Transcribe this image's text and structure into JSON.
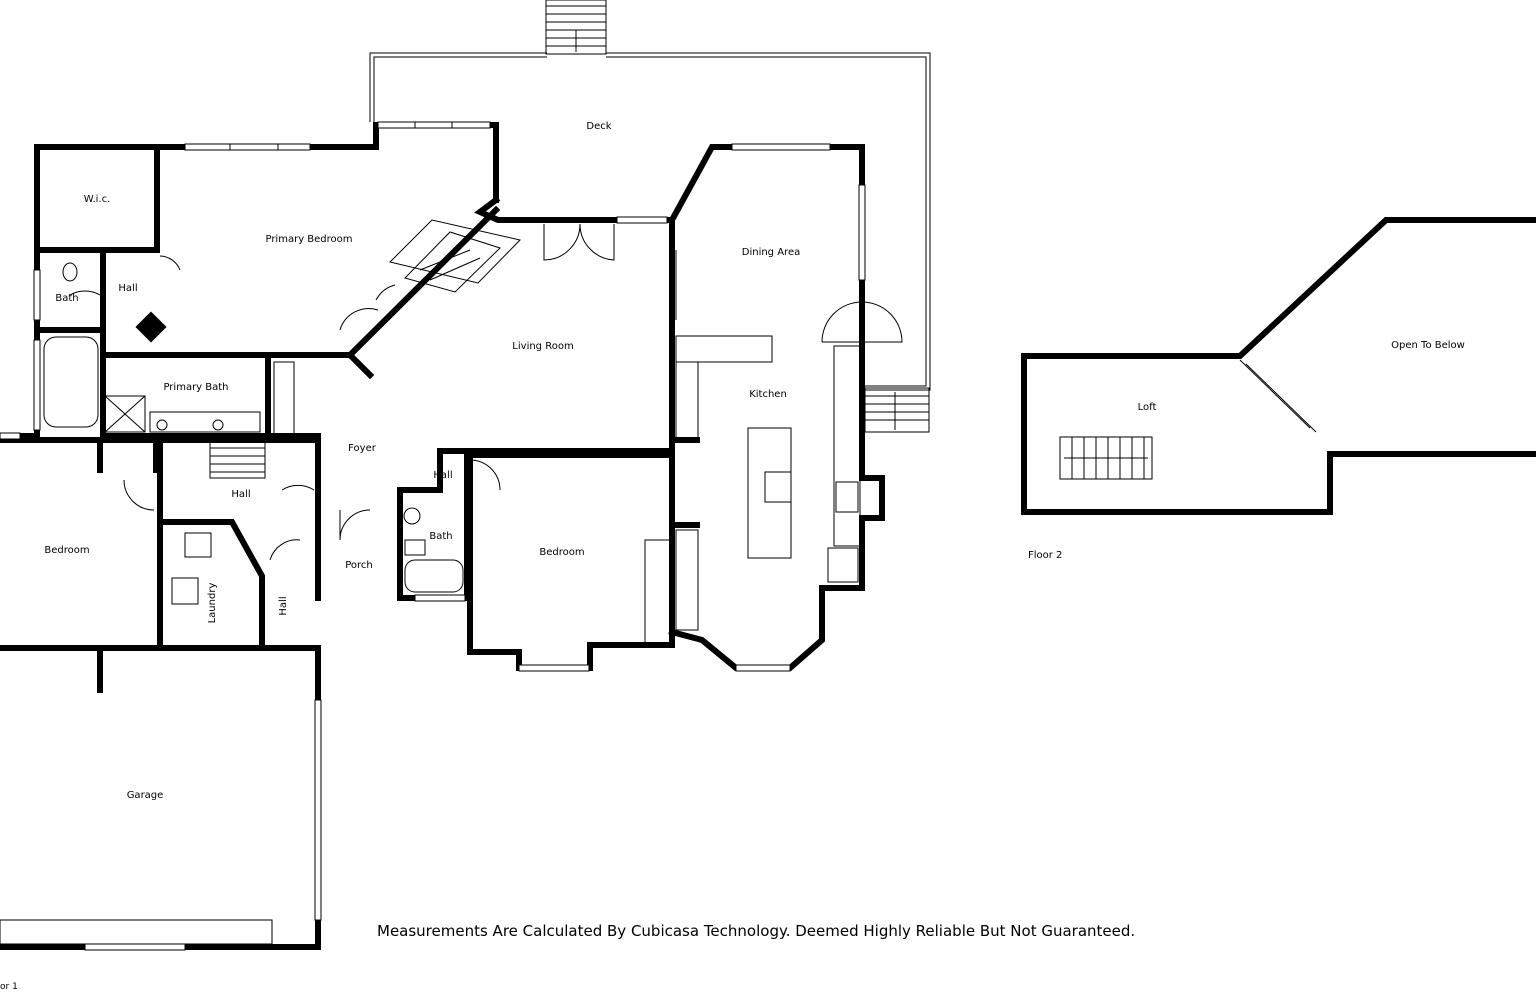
{
  "floor1": {
    "label": "or 1",
    "rooms": {
      "deck": "Deck",
      "wic": "W.i.c.",
      "primary_bedroom": "Primary Bedroom",
      "bath_primary_side": "Bath",
      "hall_primary": "Hall",
      "primary_bath": "Primary Bath",
      "living_room": "Living Room",
      "dining_area": "Dining Area",
      "kitchen": "Kitchen",
      "foyer": "Foyer",
      "hall_foyer": "Hall",
      "hall_center": "Hall",
      "bath_center": "Bath",
      "bedroom_center": "Bedroom",
      "bedroom_left": "Bedroom",
      "laundry": "Laundry",
      "hall_laundry": "Hall",
      "porch": "Porch",
      "garage": "Garage"
    }
  },
  "floor2": {
    "label": "Floor 2",
    "rooms": {
      "loft": "Loft",
      "open_to_below": "Open To Below"
    }
  },
  "disclaimer": "Measurements Are Calculated By Cubicasa Technology. Deemed Highly Reliable But Not Guaranteed."
}
